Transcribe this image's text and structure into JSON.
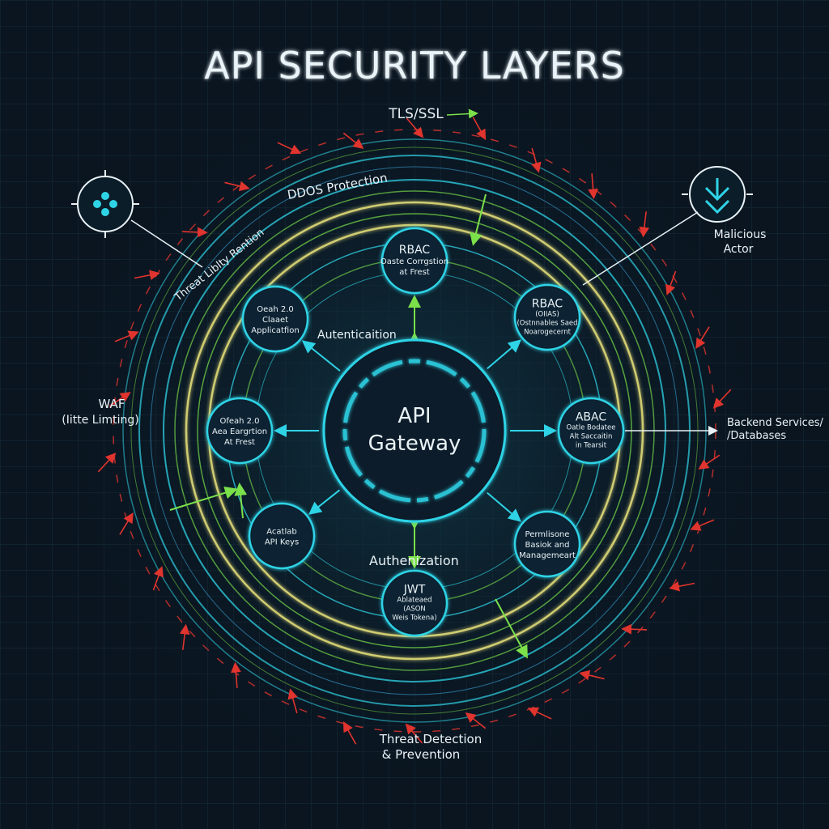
{
  "title": "API SECURITY LAYERS",
  "colors": {
    "background": "#0a1520",
    "cyan": "#2fd3e6",
    "green": "#7be04a",
    "yellow": "#e6e07a",
    "red": "#e0342e",
    "text": "#e8f2f6"
  },
  "ring_labels": {
    "tls": "TLS/SSL",
    "ddos": "DDOS Protection",
    "threat_ring": "Threat Liblty Rention",
    "authentication": "Autenticaition",
    "authorization": "Authenization",
    "threat_detection_line1": "Threat Detection",
    "threat_detection_line2": "& Prevention"
  },
  "center": {
    "line1": "API",
    "line2": "Gateway"
  },
  "nodes": [
    {
      "id": "top",
      "lines": [
        "RBAC",
        "Oaste Corrgstion",
        "at Frest"
      ]
    },
    {
      "id": "top-right",
      "lines": [
        "RBAC",
        "(OIIAS)",
        "(Ostnnables Saed",
        "Noarogecernt"
      ]
    },
    {
      "id": "right",
      "lines": [
        "ABAC",
        "Oatle Bodatee",
        "Alt Saccaitin",
        "in Tearsit"
      ]
    },
    {
      "id": "bottom-right",
      "lines": [
        "Permlisone",
        "Basiok and",
        "Managemeart"
      ]
    },
    {
      "id": "bottom",
      "lines": [
        "JWT",
        "Ablateaed",
        "(ASON",
        "Weis Tokena)"
      ]
    },
    {
      "id": "bottom-left",
      "lines": [
        "Acatlab",
        "API Keys"
      ]
    },
    {
      "id": "left",
      "lines": [
        "Ofeah 2.0",
        "Aea Eargrtion",
        "At Frest"
      ]
    },
    {
      "id": "top-left",
      "lines": [
        "Oeah 2.0",
        "Claaet",
        "Applicatfion"
      ]
    }
  ],
  "external": {
    "left_waf_line1": "WAF",
    "left_waf_line2": "(Iitte Limting)",
    "malicious_line1": "Malicious",
    "malicious_line2": "Actor",
    "backend_line1": "Backend Services/",
    "backend_line2": "/Databases"
  },
  "icons": {
    "left": "client-app-icon",
    "right": "malicious-actor-icon"
  }
}
